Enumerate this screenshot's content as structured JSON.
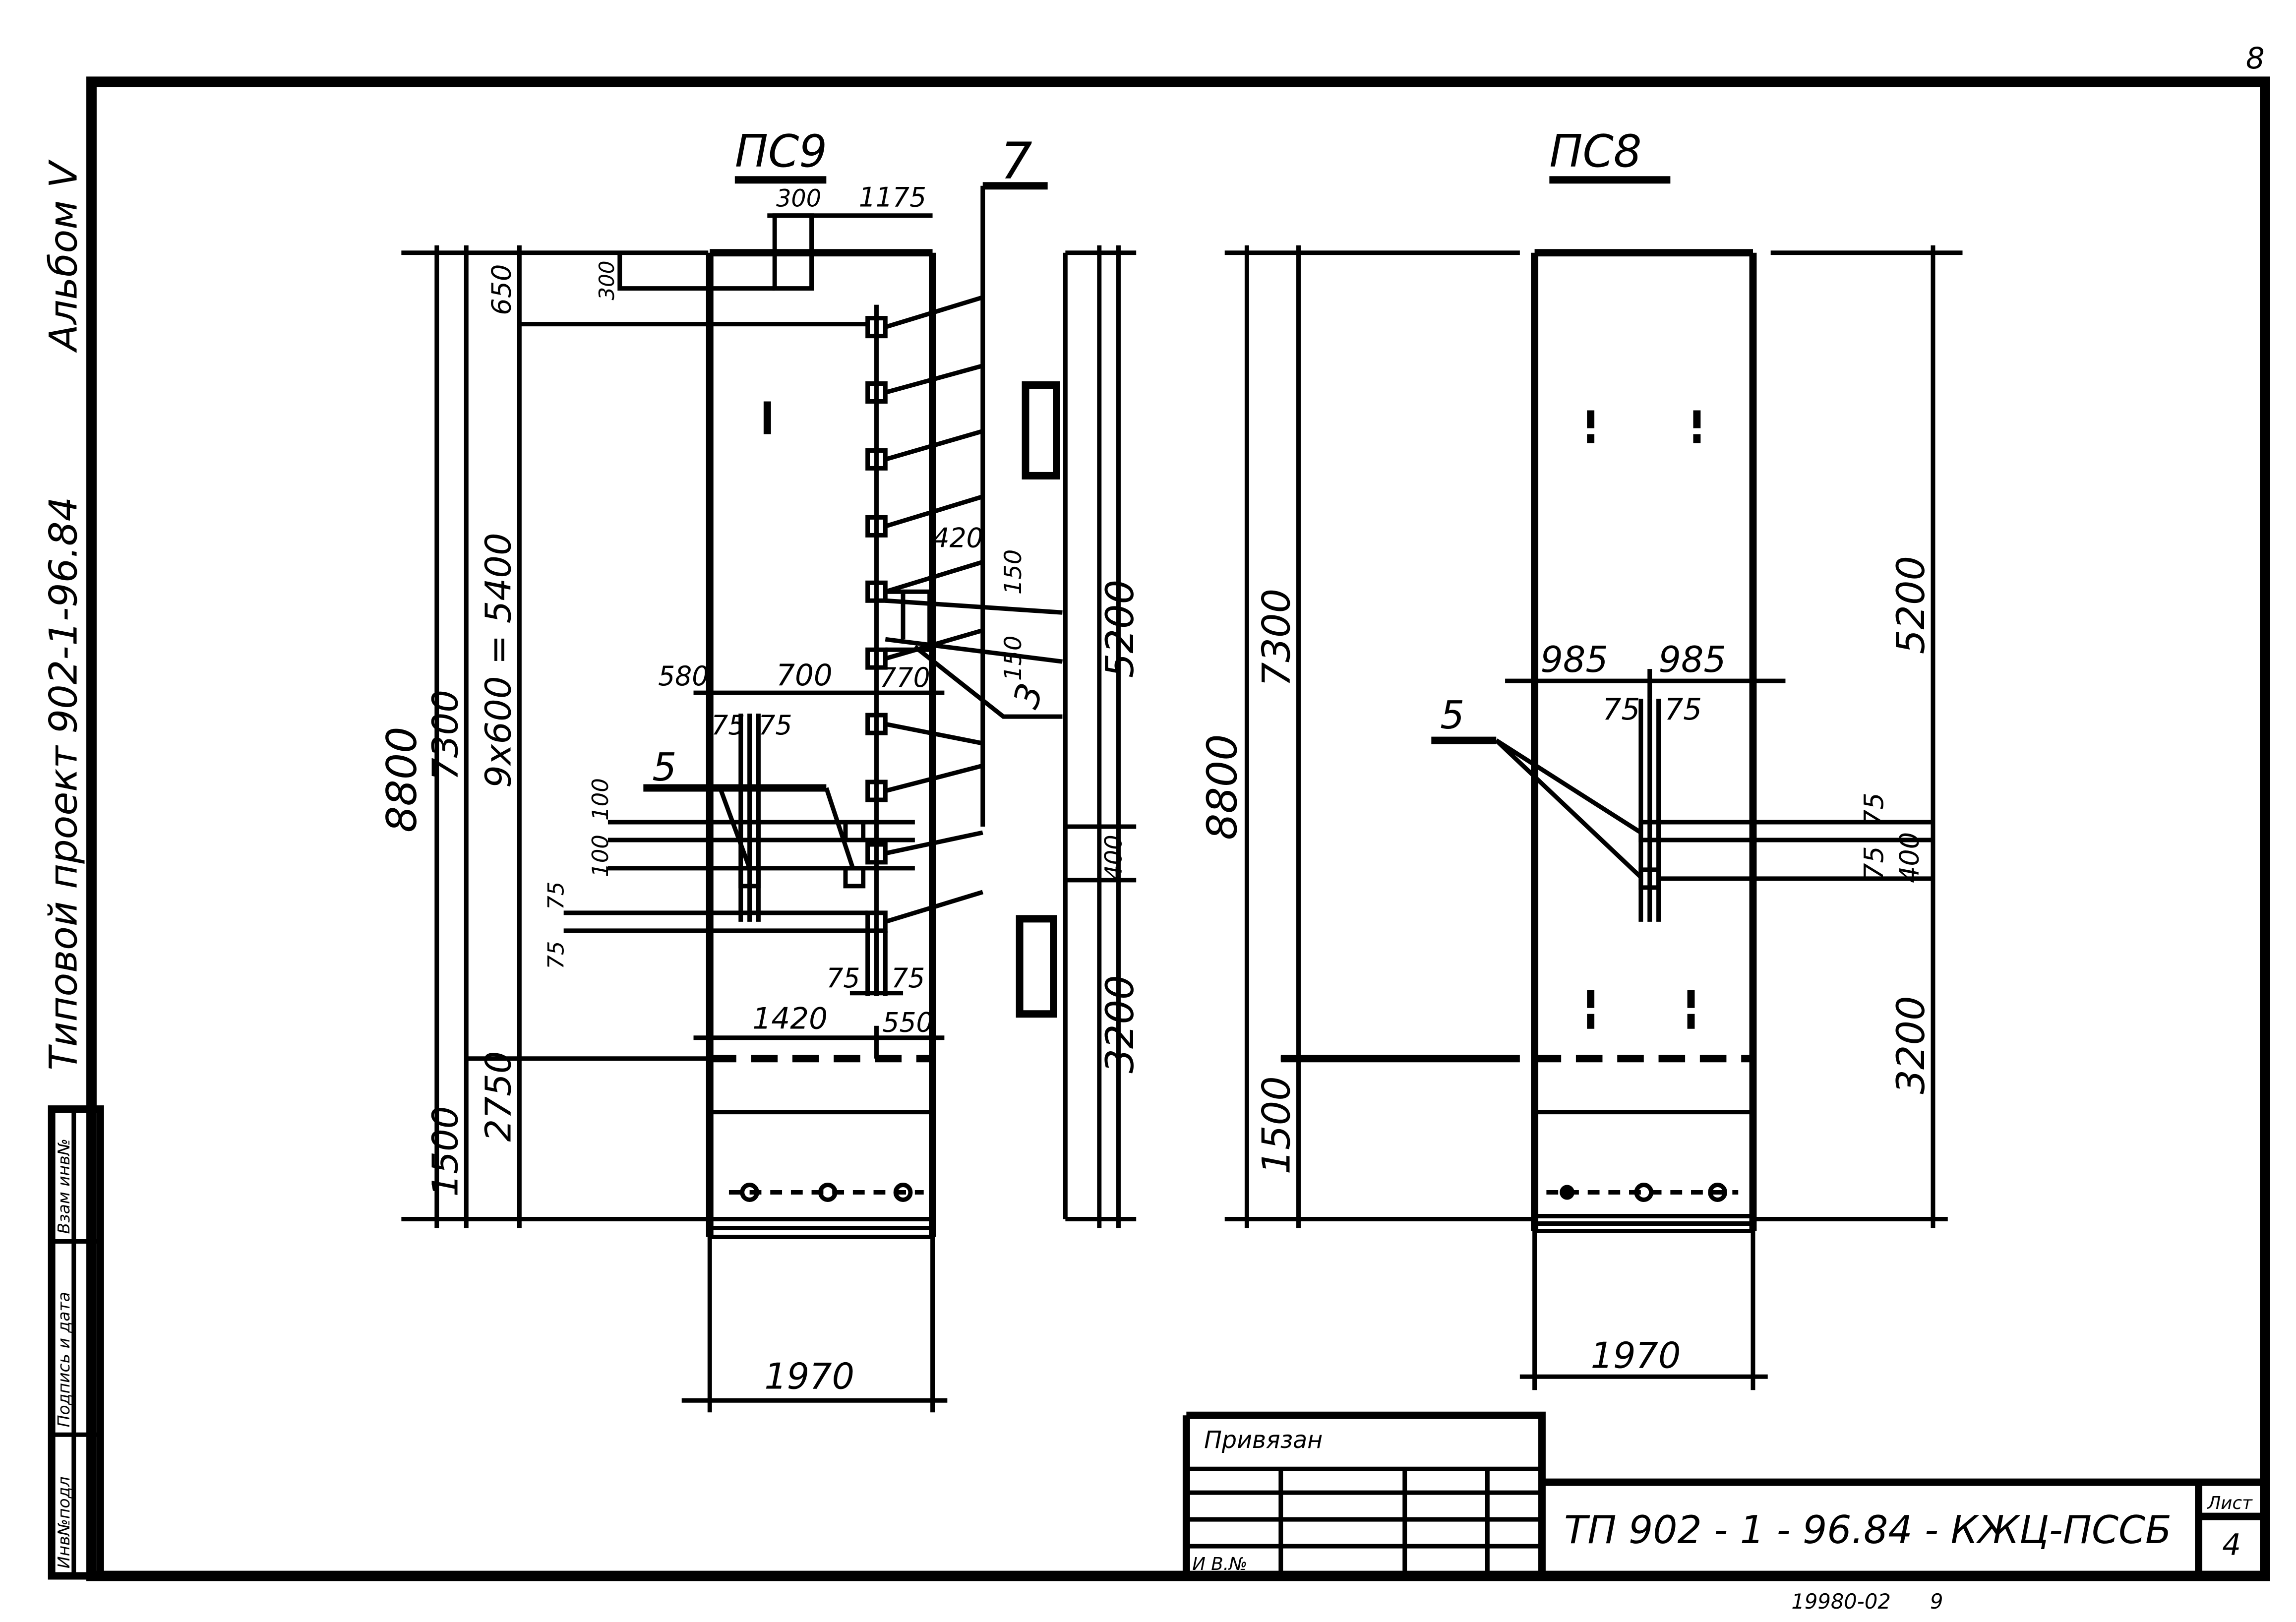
{
  "page": {
    "sheet_number_top": "8",
    "footer_code": "19980-02",
    "footer_num": "9"
  },
  "side": {
    "album": "Альбом V",
    "project": "Типовой проект 902-1-96.84",
    "stamp_cells": [
      "Взам инв№",
      "Подпись и дата",
      "Инв№подл"
    ]
  },
  "title_block": {
    "bound": "Привязан",
    "inv_label": "И В.№",
    "doc_code": "ТП 902 - 1 - 96.84 - КЖЦ-ПССБ",
    "sheet_label": "Лист",
    "sheet_value": "4"
  },
  "ps9": {
    "title": "ПС9",
    "callout": "7",
    "dims": {
      "top_300": "300",
      "top_1175": "1175",
      "left_300": "300",
      "d650": "650",
      "d9x600": "9x600 = 5400",
      "d7300": "7300",
      "d8800": "8800",
      "d2750": "2750",
      "d1500": "1500",
      "d420": "420",
      "d150a": "150",
      "d150b": "150",
      "d5200": "5200",
      "d3200": "3200",
      "d400": "400",
      "d580": "580",
      "d700": "700",
      "d770": "770",
      "d75a": "75",
      "d75b": "75",
      "d100a": "100",
      "d100b": "100",
      "d75c": "75",
      "d75d": "75",
      "d75e": "75",
      "d75f": "75",
      "d1420": "1420",
      "d550": "550",
      "d1970": "1970",
      "call5": "5",
      "call3": "3"
    }
  },
  "ps8": {
    "title": "ПС8",
    "dims": {
      "d985a": "985",
      "d985b": "985",
      "d75a": "75",
      "d75b": "75",
      "d7300": "7300",
      "d8800": "8800",
      "d1500": "1500",
      "d5200": "5200",
      "d3200": "3200",
      "d75c": "75",
      "d75d": "75",
      "d400": "400",
      "d1970": "1970",
      "call5": "5"
    }
  }
}
